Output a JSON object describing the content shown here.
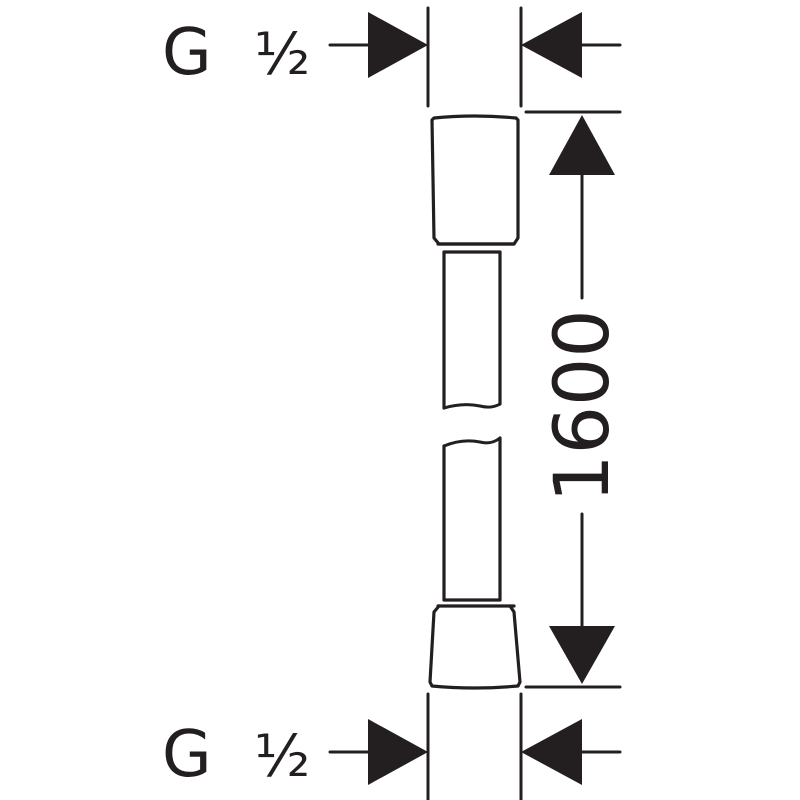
{
  "drawing": {
    "top_thread": {
      "letter": "G",
      "size": "½"
    },
    "bottom_thread": {
      "letter": "G",
      "size": "½"
    },
    "length": {
      "value": "1600"
    },
    "colors": {
      "line": "#231f20",
      "background": "#ffffff"
    }
  }
}
